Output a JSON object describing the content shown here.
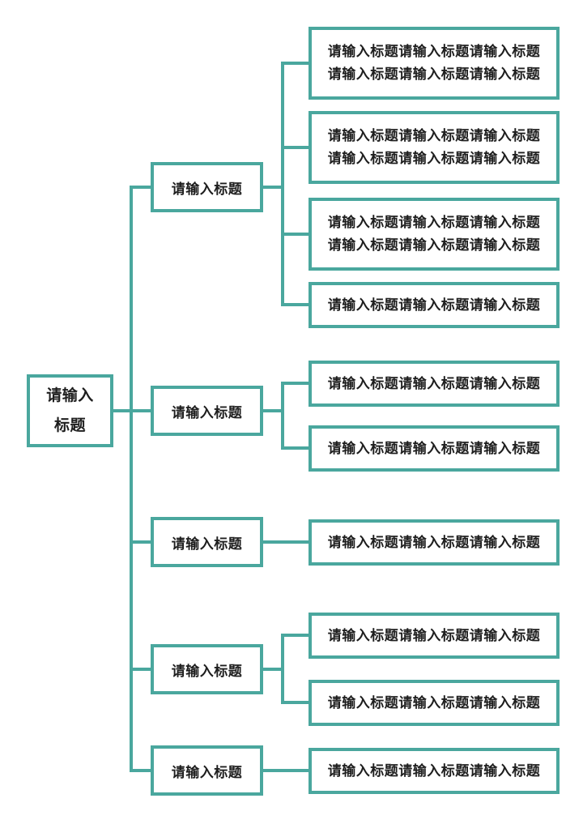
{
  "colors": {
    "accent": "#4aa79e",
    "text": "#1e1e1e",
    "background": "#ffffff",
    "node_fill": "#ffffff"
  },
  "root": {
    "lines": [
      "请输入",
      "标题"
    ]
  },
  "branches": [
    {
      "label": "请输入标题",
      "children": [
        {
          "lines": [
            "请输入标题请输入标题请输入标题",
            "请输入标题请输入标题请输入标题"
          ]
        },
        {
          "lines": [
            "请输入标题请输入标题请输入标题",
            "请输入标题请输入标题请输入标题"
          ]
        },
        {
          "lines": [
            "请输入标题请输入标题请输入标题",
            "请输入标题请输入标题请输入标题"
          ]
        },
        {
          "lines": [
            "请输入标题请输入标题请输入标题"
          ]
        }
      ]
    },
    {
      "label": "请输入标题",
      "children": [
        {
          "lines": [
            "请输入标题请输入标题请输入标题"
          ]
        },
        {
          "lines": [
            "请输入标题请输入标题请输入标题"
          ]
        }
      ]
    },
    {
      "label": "请输入标题",
      "children": [
        {
          "lines": [
            "请输入标题请输入标题请输入标题"
          ]
        }
      ]
    },
    {
      "label": "请输入标题",
      "children": [
        {
          "lines": [
            "请输入标题请输入标题请输入标题"
          ]
        },
        {
          "lines": [
            "请输入标题请输入标题请输入标题"
          ]
        }
      ]
    },
    {
      "label": "请输入标题",
      "children": [
        {
          "lines": [
            "请输入标题请输入标题请输入标题"
          ]
        }
      ]
    }
  ]
}
